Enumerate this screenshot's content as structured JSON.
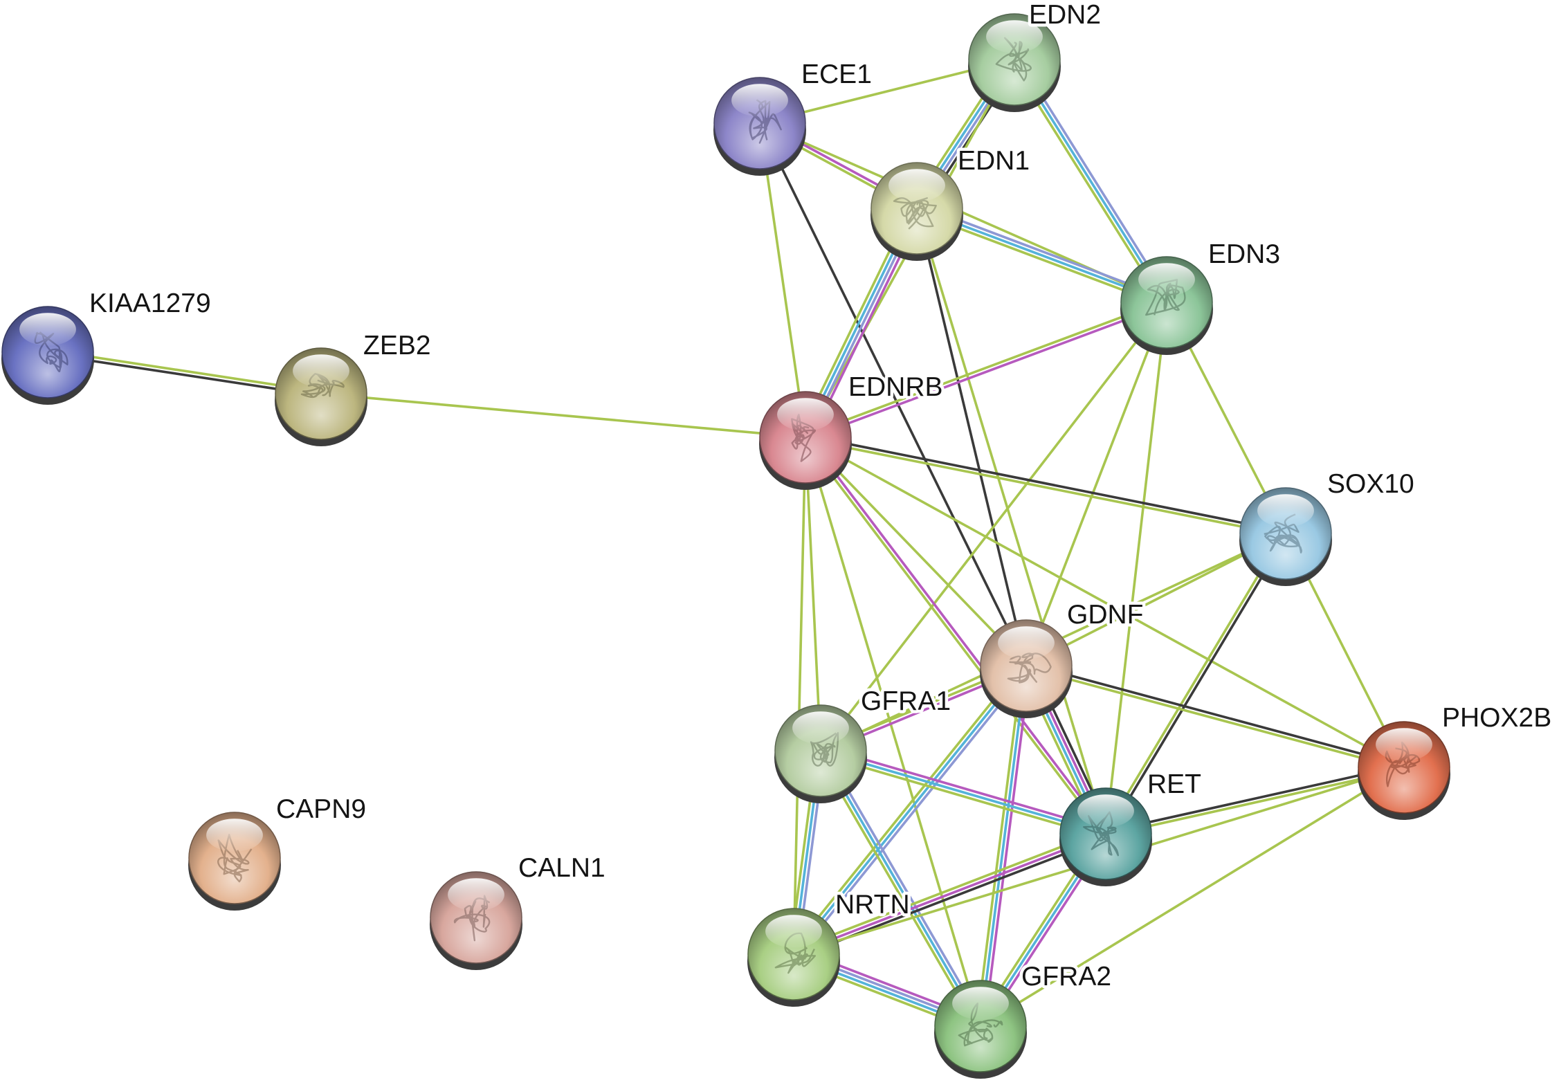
{
  "network": {
    "nodes": [
      {
        "name": "KIAA1279",
        "color": "#6a72c2"
      },
      {
        "name": "ZEB2",
        "color": "#bcb67f"
      },
      {
        "name": "ECE1",
        "color": "#8d86c9"
      },
      {
        "name": "EDN2",
        "color": "#a6cda0"
      },
      {
        "name": "EDN1",
        "color": "#d5d9a8"
      },
      {
        "name": "EDN3",
        "color": "#8cc599"
      },
      {
        "name": "EDNRB",
        "color": "#d98891"
      },
      {
        "name": "SOX10",
        "color": "#9ac9e3"
      },
      {
        "name": "GDNF",
        "color": "#e3c1aa"
      },
      {
        "name": "GFRA1",
        "color": "#b5cda2"
      },
      {
        "name": "PHOX2B",
        "color": "#e2704f"
      },
      {
        "name": "RET",
        "color": "#5da5a2"
      },
      {
        "name": "CAPN9",
        "color": "#e3b18d"
      },
      {
        "name": "CALN1",
        "color": "#d8a79e"
      },
      {
        "name": "NRTN",
        "color": "#a9cf84"
      },
      {
        "name": "GFRA2",
        "color": "#8ec482"
      }
    ],
    "edges": [
      {
        "source": "KIAA1279",
        "target": "ZEB2",
        "colors": [
          "#a8c54f",
          "#3a3a3a"
        ]
      },
      {
        "source": "ZEB2",
        "target": "EDNRB",
        "colors": [
          "#a8c54f"
        ]
      },
      {
        "source": "ECE1",
        "target": "EDN2",
        "colors": [
          "#a8c54f"
        ]
      },
      {
        "source": "ECE1",
        "target": "EDN1",
        "colors": [
          "#b65abe",
          "#a8c54f"
        ]
      },
      {
        "source": "ECE1",
        "target": "EDN3",
        "colors": [
          "#a8c54f"
        ]
      },
      {
        "source": "ECE1",
        "target": "EDNRB",
        "colors": [
          "#a8c54f"
        ]
      },
      {
        "source": "ECE1",
        "target": "GDNF",
        "colors": [
          "#3a3a3a"
        ]
      },
      {
        "source": "EDN2",
        "target": "EDN1",
        "colors": [
          "#3a3a3a",
          "#8d98d4",
          "#54b3d9",
          "#a8c54f"
        ]
      },
      {
        "source": "EDN2",
        "target": "EDN3",
        "colors": [
          "#8d98d4",
          "#54b3d9",
          "#a8c54f"
        ]
      },
      {
        "source": "EDN2",
        "target": "EDNRB",
        "colors": [
          "#a8c54f"
        ]
      },
      {
        "source": "EDN1",
        "target": "EDN3",
        "colors": [
          "#8d98d4",
          "#54b3d9",
          "#a8c54f"
        ]
      },
      {
        "source": "EDN1",
        "target": "EDNRB",
        "colors": [
          "#b65abe",
          "#8d98d4",
          "#54b3d9",
          "#a8c54f"
        ]
      },
      {
        "source": "EDN1",
        "target": "GDNF",
        "colors": [
          "#3a3a3a"
        ]
      },
      {
        "source": "EDN1",
        "target": "RET",
        "colors": [
          "#a8c54f"
        ]
      },
      {
        "source": "EDN3",
        "target": "EDNRB",
        "colors": [
          "#b65abe",
          "#a8c54f"
        ]
      },
      {
        "source": "EDN3",
        "target": "SOX10",
        "colors": [
          "#a8c54f"
        ]
      },
      {
        "source": "EDN3",
        "target": "GFRA1",
        "colors": [
          "#a8c54f"
        ]
      },
      {
        "source": "EDN3",
        "target": "GDNF",
        "colors": [
          "#a8c54f"
        ]
      },
      {
        "source": "EDN3",
        "target": "RET",
        "colors": [
          "#a8c54f"
        ]
      },
      {
        "source": "EDNRB",
        "target": "SOX10",
        "colors": [
          "#3a3a3a",
          "#a8c54f"
        ]
      },
      {
        "source": "EDNRB",
        "target": "GDNF",
        "colors": [
          "#a8c54f"
        ]
      },
      {
        "source": "EDNRB",
        "target": "RET",
        "colors": [
          "#b65abe",
          "#a8c54f"
        ]
      },
      {
        "source": "EDNRB",
        "target": "PHOX2B",
        "colors": [
          "#a8c54f"
        ]
      },
      {
        "source": "EDNRB",
        "target": "GFRA1",
        "colors": [
          "#a8c54f"
        ]
      },
      {
        "source": "EDNRB",
        "target": "NRTN",
        "colors": [
          "#a8c54f"
        ]
      },
      {
        "source": "EDNRB",
        "target": "GFRA2",
        "colors": [
          "#a8c54f"
        ]
      },
      {
        "source": "SOX10",
        "target": "GDNF",
        "colors": [
          "#a8c54f"
        ]
      },
      {
        "source": "SOX10",
        "target": "GFRA1",
        "colors": [
          "#a8c54f"
        ]
      },
      {
        "source": "SOX10",
        "target": "RET",
        "colors": [
          "#3a3a3a",
          "#a8c54f"
        ]
      },
      {
        "source": "SOX10",
        "target": "PHOX2B",
        "colors": [
          "#a8c54f"
        ]
      },
      {
        "source": "GDNF",
        "target": "GFRA1",
        "colors": [
          "#b65abe",
          "#a8c54f"
        ]
      },
      {
        "source": "GDNF",
        "target": "RET",
        "colors": [
          "#3a3a3a",
          "#b65abe",
          "#54b3d9",
          "#a8c54f"
        ]
      },
      {
        "source": "GDNF",
        "target": "PHOX2B",
        "colors": [
          "#3a3a3a",
          "#a8c54f"
        ]
      },
      {
        "source": "GDNF",
        "target": "NRTN",
        "colors": [
          "#8d98d4",
          "#54b3d9",
          "#a8c54f"
        ]
      },
      {
        "source": "GDNF",
        "target": "GFRA2",
        "colors": [
          "#b65abe",
          "#54b3d9",
          "#a8c54f"
        ]
      },
      {
        "source": "GFRA1",
        "target": "RET",
        "colors": [
          "#b65abe",
          "#54b3d9",
          "#a8c54f"
        ]
      },
      {
        "source": "GFRA1",
        "target": "NRTN",
        "colors": [
          "#8d98d4",
          "#54b3d9",
          "#a8c54f"
        ]
      },
      {
        "source": "GFRA1",
        "target": "GFRA2",
        "colors": [
          "#8d98d4",
          "#54b3d9",
          "#a8c54f"
        ]
      },
      {
        "source": "RET",
        "target": "PHOX2B",
        "colors": [
          "#3a3a3a",
          "#a8c54f"
        ]
      },
      {
        "source": "RET",
        "target": "NRTN",
        "colors": [
          "#3a3a3a",
          "#b65abe",
          "#a8c54f"
        ]
      },
      {
        "source": "RET",
        "target": "GFRA2",
        "colors": [
          "#b65abe",
          "#54b3d9",
          "#a8c54f"
        ]
      },
      {
        "source": "NRTN",
        "target": "GFRA2",
        "colors": [
          "#b65abe",
          "#8d98d4",
          "#54b3d9",
          "#a8c54f"
        ]
      },
      {
        "source": "NRTN",
        "target": "PHOX2B",
        "colors": [
          "#a8c54f"
        ]
      },
      {
        "source": "GFRA2",
        "target": "PHOX2B",
        "colors": [
          "#a8c54f"
        ]
      }
    ]
  }
}
